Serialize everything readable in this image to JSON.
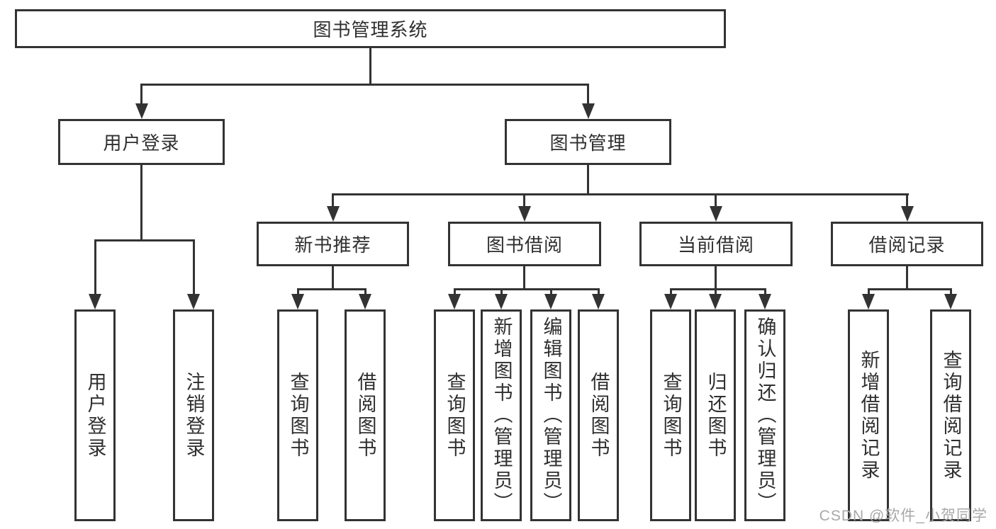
{
  "root": {
    "label": "图书管理系统"
  },
  "branches": {
    "user_login": {
      "label": "用户登录",
      "children": [
        "用户登录",
        "注销登录"
      ]
    },
    "book_mgmt": {
      "label": "图书管理",
      "children": {
        "new_book": {
          "label": "新书推荐",
          "children": [
            "查询图书",
            "借阅图书"
          ]
        },
        "borrow": {
          "label": "图书借阅",
          "children": [
            "查询图书",
            "新增图书（管理员）",
            "编辑图书（管理员）",
            "借阅图书"
          ]
        },
        "current": {
          "label": "当前借阅",
          "children": [
            "查询图书",
            "归还图书",
            "确认归还（管理员）"
          ]
        },
        "record": {
          "label": "借阅记录",
          "children": [
            "新增借阅记录",
            "查询借阅记录"
          ]
        }
      }
    }
  },
  "watermark": {
    "text": "CSDN @软件_小贺同学"
  },
  "colors": {
    "line": "#333333",
    "text": "#2f2f2f",
    "background": "#ffffff",
    "watermark": "#a8a8a8"
  }
}
